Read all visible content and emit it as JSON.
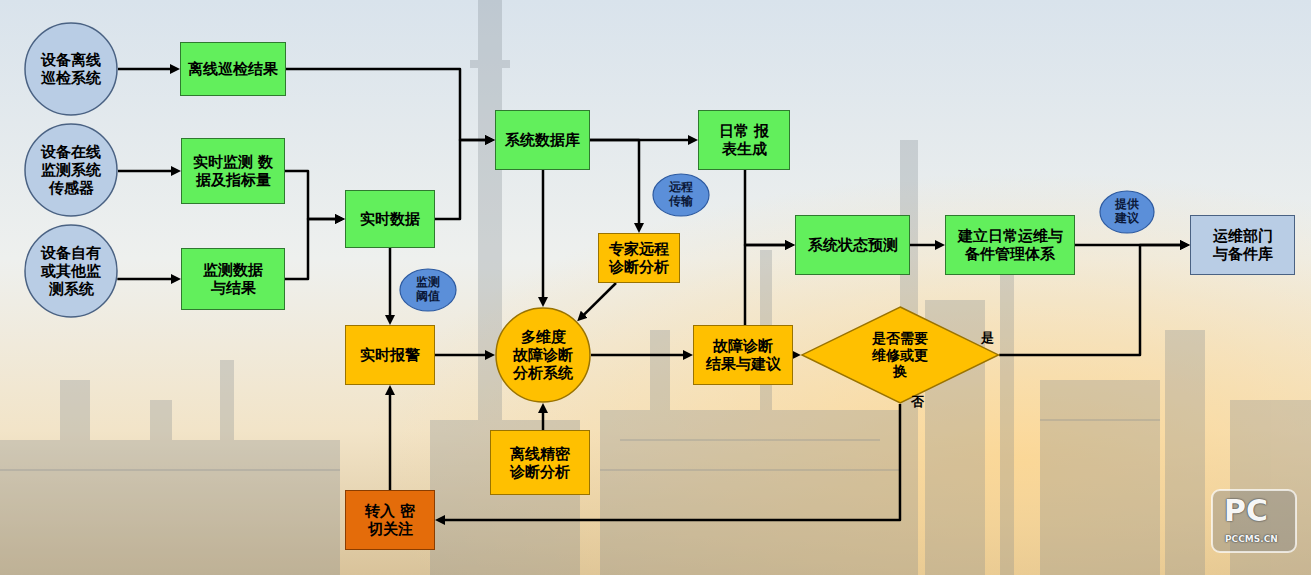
{
  "diagram": {
    "nodes": [
      {
        "text": [
          "设备离线 巡检系统"
        ]
      },
      {
        "text": [
          "设备在线 监测系统 传感器"
        ]
      },
      {
        "text": [
          "设备自有 或其他监 测系统"
        ]
      },
      {
        "text": [
          "离线巡检结果"
        ]
      },
      {
        "text": [
          "实时监测 数据及指标量"
        ]
      },
      {
        "text": [
          "监测数据 与结果"
        ]
      },
      {
        "text": [
          "实时数据"
        ]
      },
      {
        "text": [
          "系统数据库"
        ]
      },
      {
        "text": [
          "日常 报表生成"
        ]
      },
      {
        "text": [
          "系统状态预测"
        ]
      },
      {
        "text": [
          "建立日常运维与 备件管理体系"
        ]
      },
      {
        "text": [
          "运维部门 与备件库"
        ]
      },
      {
        "text": [
          "专家远程 诊断分析"
        ]
      },
      {
        "text": [
          "实时报警"
        ]
      },
      {
        "text": [
          "多维度 故障诊断 分析系统"
        ]
      },
      {
        "text": [
          "故障诊断 结果与建议"
        ]
      },
      {
        "text": [
          "是否需要 维修或更换"
        ]
      },
      {
        "text": [
          "离线精密 诊断分析"
        ]
      },
      {
        "text": [
          "转入 密切关注"
        ]
      }
    ],
    "edges": [
      {
        "from": 0,
        "to": 3,
        "arrow": "to"
      },
      {
        "from": 1,
        "to": 4,
        "arrow": "to"
      },
      {
        "from": 2,
        "to": 5,
        "arrow": "to"
      },
      {
        "from": 3,
        "to": 7,
        "arrow": "to"
      },
      {
        "from": 4,
        "to": 6,
        "arrow": "to"
      },
      {
        "from": 5,
        "to": 6,
        "arrow": "to"
      },
      {
        "from": 6,
        "to": 7,
        "arrow": "to"
      },
      {
        "from": 6,
        "to": 13,
        "arrow": "to",
        "label": "监测 阈值"
      },
      {
        "from": 7,
        "to": 8,
        "arrow": "to"
      },
      {
        "from": 7,
        "to": 12,
        "arrow": "to",
        "label": "远程 传输"
      },
      {
        "from": 7,
        "to": 14,
        "arrow": "to"
      },
      {
        "from": 12,
        "to": 14,
        "arrow": "to"
      },
      {
        "from": 13,
        "to": 14,
        "arrow": "to"
      },
      {
        "from": 17,
        "to": 14,
        "arrow": "to"
      },
      {
        "from": 14,
        "to": 15,
        "arrow": "to"
      },
      {
        "from": 8,
        "to": 9,
        "arrow": "to"
      },
      {
        "from": 15,
        "to": 9,
        "arrow": "to"
      },
      {
        "from": 9,
        "to": 10,
        "arrow": "to"
      },
      {
        "from": 10,
        "to": 11,
        "arrow": "to",
        "label": "提供 建议"
      },
      {
        "from": 15,
        "to": 16,
        "arrow": "to"
      },
      {
        "from": 16,
        "to": 11,
        "arrow": "to",
        "label": "是"
      },
      {
        "from": 16,
        "to": 18,
        "arrow": "to",
        "label": "否"
      },
      {
        "from": 18,
        "to": 13,
        "arrow": "to"
      }
    ],
    "labels": [
      "PC",
      "PCCMS.CN"
    ]
  }
}
